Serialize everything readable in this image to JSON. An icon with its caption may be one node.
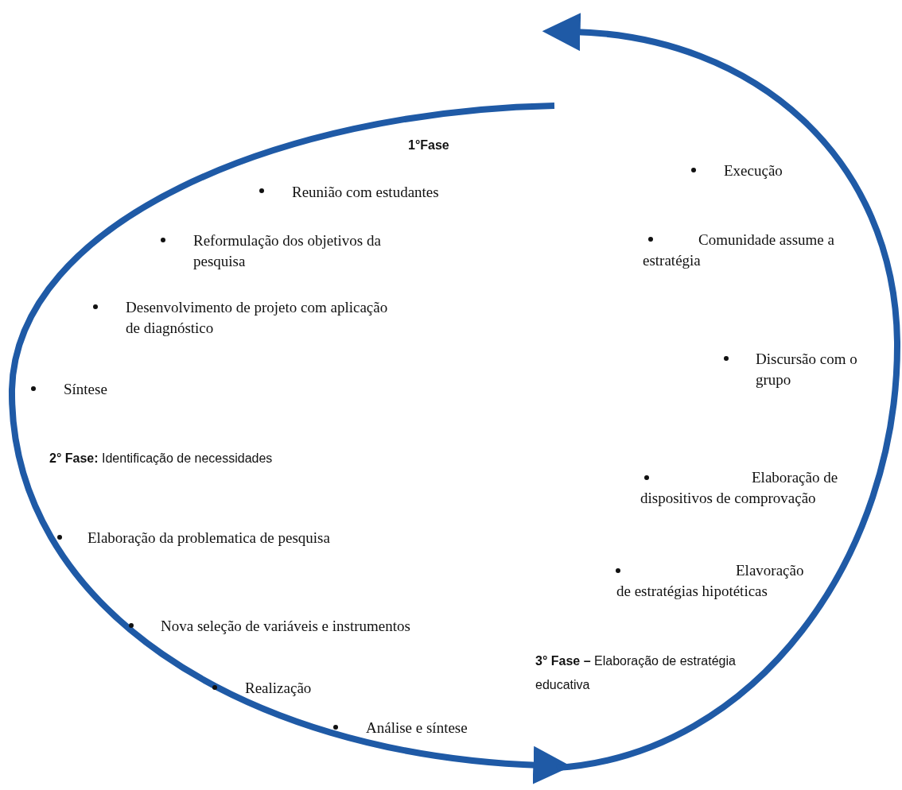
{
  "diagram": {
    "labels": [
      "1°Fase",
      "Execução",
      "Reunião com estudantes",
      "Comunidade assume a estratégia",
      "Reformulação dos objetivos da pesquisa",
      "Desenvolvimento de projeto com aplicação de diagnóstico",
      "Discursão com o grupo",
      "Síntese",
      "**2° Fase:** Identificação de necessidades",
      "Elaboração de dispositivos de comprovação",
      "Elaboração da problematica de pesquisa",
      "Elavoração de estratégias hipotéticas",
      "Nova seleção de variáveis e instrumentos",
      "**3° Fase –** Elaboração de estratégia educativa",
      "Realização",
      "Análise e síntese"
    ]
  }
}
